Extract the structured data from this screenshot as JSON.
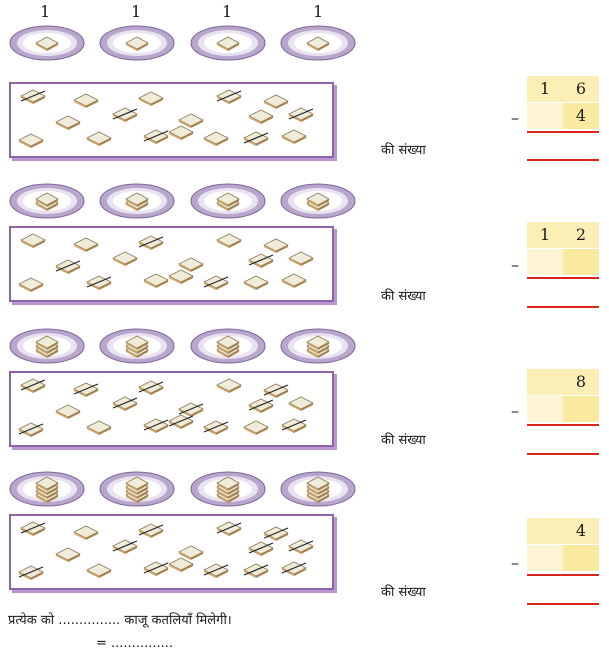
{
  "top_numbers": [
    "1",
    "1",
    "1",
    "1"
  ],
  "rows": [
    {
      "label": "की संख्या",
      "top_left": "1",
      "top_right": "6",
      "bottom_right": "4"
    },
    {
      "label": "की संख्या",
      "top_left": "1",
      "top_right": "2",
      "bottom_right": ""
    },
    {
      "label": "की संख्या",
      "top_left": "",
      "top_right": "8",
      "bottom_right": ""
    },
    {
      "label": "की संख्या",
      "top_left": "",
      "top_right": "4",
      "bottom_right": ""
    }
  ],
  "minus_sign": "–",
  "question": "प्रत्येक को ............... काजू कतलियाँ मिलेगी।",
  "answer_line": "= ..............."
}
